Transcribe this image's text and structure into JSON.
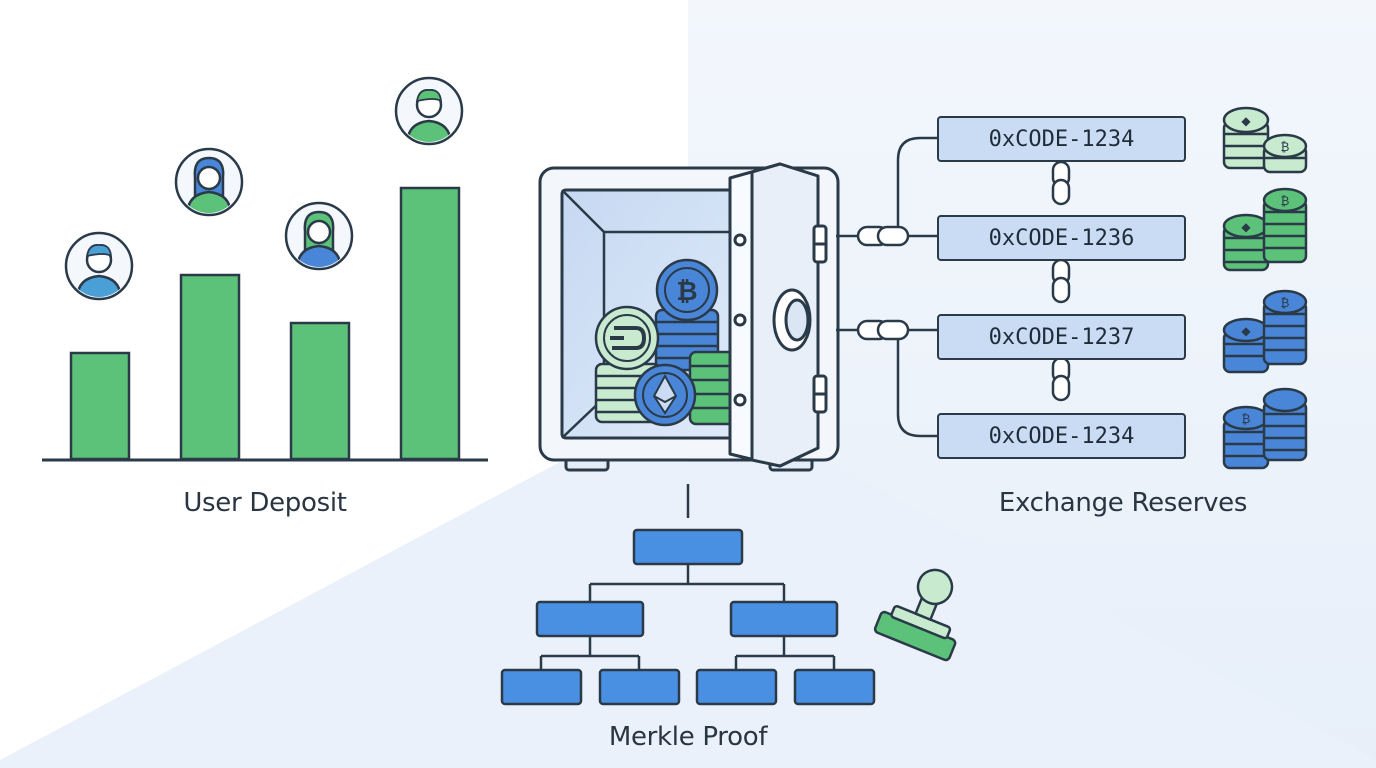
{
  "labels": {
    "user_deposit": "User Deposit",
    "exchange_reserves": "Exchange Reserves",
    "merkle_proof": "Merkle Proof"
  },
  "reserve_addresses": [
    "0xCODE-1234",
    "0xCODE-1236",
    "0xCODE-1237",
    "0xCODE-1234"
  ],
  "deposit_bars": [
    {
      "user": "user-1",
      "level": 0.39
    },
    {
      "user": "user-2",
      "level": 0.68
    },
    {
      "user": "user-3",
      "level": 0.5
    },
    {
      "user": "user-4",
      "level": 1.0
    }
  ],
  "icons": {
    "vault": "safe-icon",
    "coins": [
      "bitcoin-coin-icon",
      "dash-coin-icon",
      "ethereum-coin-icon"
    ],
    "tree": "merkle-tree-icon",
    "stamp": "approval-stamp-icon",
    "chain": "chain-link-icon"
  },
  "colors": {
    "green": "#5cc27a",
    "blue": "#4a86d8",
    "light_blue": "#c9dcf4",
    "outline": "#2b3a48",
    "background_tint": "#eef4fb"
  }
}
